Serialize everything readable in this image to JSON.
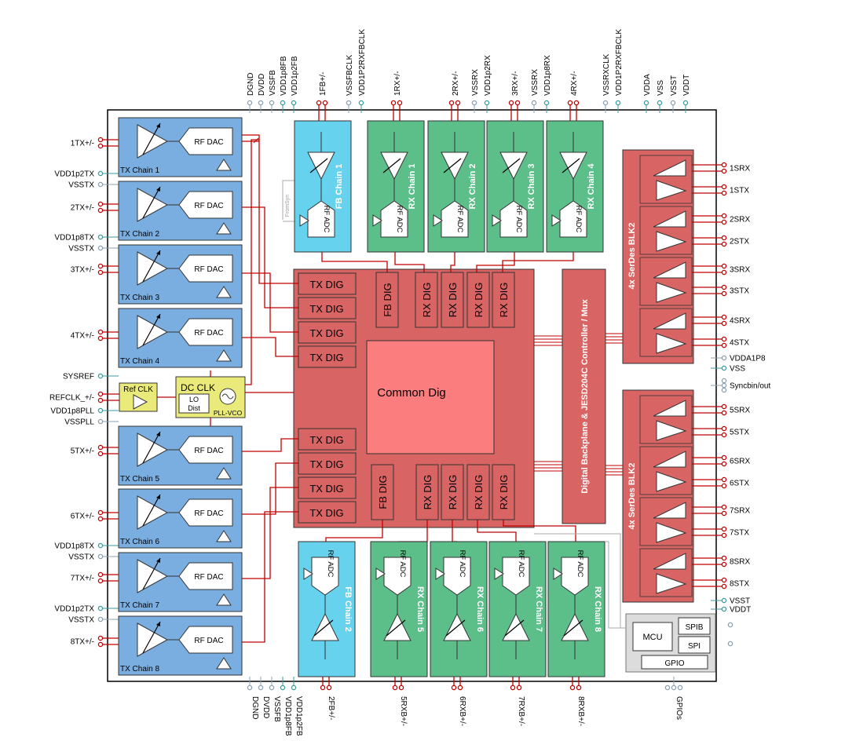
{
  "top_pins": [
    "DGND",
    "DVDD",
    "VSSFB",
    "VDD1p8FB",
    "VDD1p2FB",
    "1FB+/-",
    "VSSFBCLK",
    "VDD1P2RXFBCLK",
    "1RX+/-",
    "2RX+/-",
    "VSSRX",
    "VDD1p2RX",
    "3RX+/-",
    "VSSRX",
    "VDD1p8RX",
    "4RX+/-",
    "VSSRXCLK",
    "VDD1P2RXFBCLK",
    "VDDA",
    "VSS",
    "VSST",
    "VDDT"
  ],
  "bottom_pins": [
    "DGND",
    "DVDD",
    "VSSFB",
    "VDD1p8FB",
    "VDD1p2FB",
    "2FB+/-",
    "5RXB+/-",
    "6RXB+/-",
    "7RXB+/-",
    "8RXB+/-",
    "GPIOs"
  ],
  "left_pins": [
    "1TX+/-",
    "VDD1p2TX",
    "VSSTX",
    "2TX+/-",
    "VDD1p8TX",
    "VSSTX",
    "3TX+/-",
    "4TX+/-",
    "SYSREF",
    "REFCLK_+/-",
    "VDD1p8PLL",
    "VSSPLL",
    "5TX+/-",
    "6TX+/-",
    "VDD1p8TX",
    "VSSTX",
    "7TX+/-",
    "VDD1p2TX",
    "VSSTX",
    "8TX+/-"
  ],
  "right_pins": [
    "1SRX",
    "1STX",
    "2SRX",
    "2STX",
    "3SRX",
    "3STX",
    "4SRX",
    "4STX",
    "VDDA1P8",
    "VSS",
    "Syncbin/out",
    "5SRX",
    "5STX",
    "6SRX",
    "6STX",
    "7SRX",
    "7STX",
    "8SRX",
    "8STX",
    "VSST",
    "VDDT"
  ],
  "tx_chains": [
    "TX Chain 1",
    "TX Chain 2",
    "TX Chain 3",
    "TX Chain 4",
    "TX Chain 5",
    "TX Chain 6",
    "TX Chain 7",
    "TX Chain 8"
  ],
  "rf_dac": "RF DAC",
  "rf_adc": "RF ADC",
  "fb_chains": [
    "FB Chain 1",
    "FB Chain 2"
  ],
  "rx_chains": [
    "RX Chain 1",
    "RX Chain 2",
    "RX Chain 3",
    "RX Chain 4",
    "RX Chain 5",
    "RX Chain 6",
    "RX Chain 7",
    "RX Chain 8"
  ],
  "ref_clk": "Ref CLK",
  "dc_clk": "DC CLK",
  "lo_dist": [
    "LO",
    "Dist"
  ],
  "pll_vco": "PLL-VCO",
  "from_syn": "FromSyn",
  "tx_dig": "TX DIG",
  "fb_dig": "FB DIG",
  "rx_dig": "RX DIG",
  "common_dig": "Common Dig",
  "backplane": "Digital Backplane & JESD204C Controller / Mux",
  "serdes": [
    "4x SerDes BLK2",
    "4x SerDes BLK2"
  ],
  "mcu": "MCU",
  "spib": "SPIB",
  "spi": "SPI",
  "gpio": "GPIO",
  "colors": {
    "tx": "#7aaee0",
    "fb": "#66d2ee",
    "rx": "#5cbf8a",
    "dig": "#d96464",
    "common": "#fc7d7d",
    "serdes": "#d96464",
    "clk": "#eaea7a",
    "mcu": "#dcdcdc",
    "trace": "#c00000",
    "pin_red": "#c00000",
    "pin_teal": "#3a9aa0",
    "pin_grey": "#8aa0b0"
  }
}
